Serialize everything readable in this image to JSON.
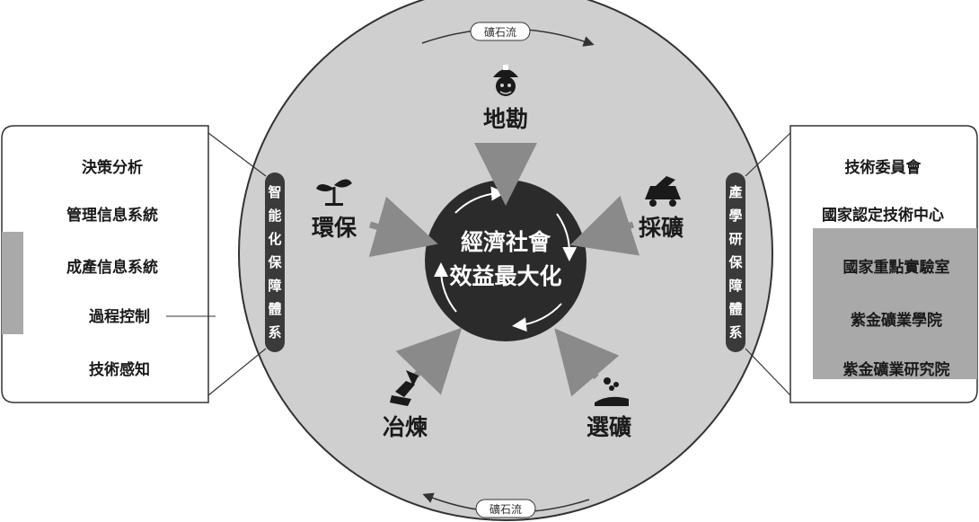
{
  "flow_label": "礦石流",
  "center": {
    "line1": "經濟社會",
    "line2": "效益最大化"
  },
  "nodes": {
    "exploration": "地勘",
    "mining": "採礦",
    "processing": "選礦",
    "smelting": "冶煉",
    "environment": "環保"
  },
  "left_pillar": [
    "智",
    "能",
    "化",
    "保",
    "障",
    "體",
    "系"
  ],
  "right_pillar": [
    "產",
    "學",
    "研",
    "保",
    "障",
    "體",
    "系"
  ],
  "left_panel": [
    "決策分析",
    "管理信息系統",
    "成產信息系統",
    "過程控制",
    "技術感知"
  ],
  "right_panel": [
    "技術委員會",
    "國家認定技術中心",
    "國家重點實驗室",
    "紫金礦業學院",
    "紫金礦業研究院"
  ],
  "colors": {
    "circle_fill": "#cfcfcf",
    "center_fill": "#2b2b2b",
    "arrow": "#8a8a8a",
    "pillar": "#3a3a3a",
    "panel_shade": "#a9a9a9"
  },
  "icons": {
    "exploration": "miner-helmet-icon",
    "mining": "mine-cart-icon",
    "processing": "ore-hand-icon",
    "smelting": "furnace-hand-icon",
    "environment": "sprout-icon"
  }
}
